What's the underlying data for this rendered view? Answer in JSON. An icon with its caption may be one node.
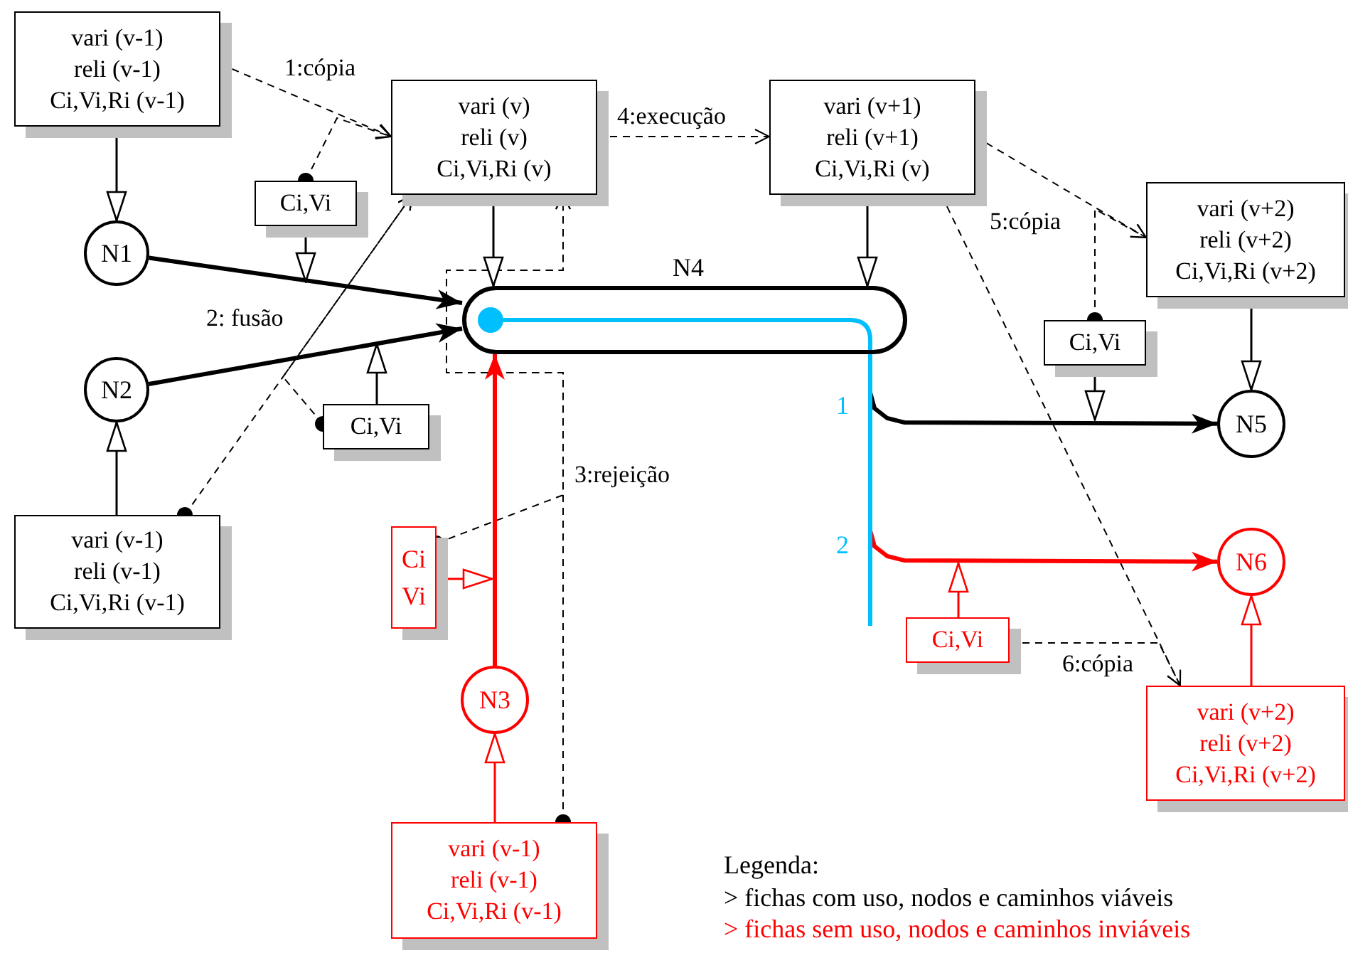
{
  "diagram": {
    "nodes": [
      {
        "text": [
          "vari (v-1)",
          "reli (v-1)",
          "Ci,Vi,Ri (v-1)"
        ]
      },
      {
        "text": [
          "vari (v)",
          "reli (v)",
          "Ci,Vi,Ri (v)"
        ]
      },
      {
        "text": [
          "vari (v+1)",
          "reli (v+1)",
          "Ci,Vi,Ri (v)"
        ]
      },
      {
        "text": [
          "vari (v+2)",
          "reli (v+2)",
          "Ci,Vi,Ri (v+2)"
        ]
      },
      {
        "text": [
          "N1"
        ]
      },
      {
        "text": [
          "N2"
        ]
      },
      {
        "text": [
          "Ci,Vi"
        ]
      },
      {
        "text": [
          "Ci,Vi"
        ]
      },
      {
        "text": [
          "N4"
        ]
      },
      {
        "text": [
          "vari (v-1)",
          "reli (v-1)",
          "Ci,Vi,Ri (v-1)"
        ]
      },
      {
        "text": [
          "Ci Vi"
        ]
      },
      {
        "text": [
          "N3"
        ]
      },
      {
        "text": [
          "vari (v-1)",
          "reli (v-1)",
          "Ci,Vi,Ri (v-1)"
        ]
      },
      {
        "text": [
          "Ci,Vi"
        ]
      },
      {
        "text": [
          "N5"
        ]
      },
      {
        "text": [
          "N6"
        ]
      },
      {
        "text": [
          "Ci,Vi"
        ]
      },
      {
        "text": [
          "vari (v+2)",
          "reli (v+2)",
          "Ci,Vi,Ri (v+2)"
        ]
      }
    ],
    "edges": [
      {
        "from": 0,
        "to": 1,
        "arrow": "to",
        "style": "dashed",
        "label": "1:cópia"
      },
      {
        "from": 6,
        "to": 1,
        "arrow": "to",
        "style": "dashed"
      },
      {
        "from": 1,
        "to": 2,
        "arrow": "to",
        "style": "dashed",
        "label": "4:execução"
      },
      {
        "from": 9,
        "to": 1,
        "arrow": "to",
        "style": "dashed",
        "label": "2: fusão"
      },
      {
        "from": 7,
        "to": 1,
        "arrow": "to",
        "style": "dashed"
      },
      {
        "from": 12,
        "to": 1,
        "arrow": "to",
        "style": "dashed",
        "label": "3:rejeição"
      },
      {
        "from": 10,
        "to": 1,
        "arrow": "to",
        "style": "dashed"
      },
      {
        "from": 2,
        "to": 3,
        "arrow": "to",
        "style": "dashed",
        "label": "5:cópia"
      },
      {
        "from": 13,
        "to": 3,
        "arrow": "to",
        "style": "dashed"
      },
      {
        "from": 2,
        "to": 17,
        "arrow": "to",
        "style": "dashed",
        "label": "6:cópia"
      },
      {
        "from": 16,
        "to": 17,
        "arrow": "to",
        "style": "dashed"
      },
      {
        "from": 0,
        "to": 4,
        "arrow": "to"
      },
      {
        "from": 9,
        "to": 5,
        "arrow": "to"
      },
      {
        "from": 1,
        "to": 8,
        "arrow": "to"
      },
      {
        "from": 2,
        "to": 8,
        "arrow": "to"
      },
      {
        "from": 3,
        "to": 14,
        "arrow": "to"
      },
      {
        "from": 4,
        "to": 8,
        "arrow": "to",
        "style": "thick"
      },
      {
        "from": 5,
        "to": 8,
        "arrow": "to",
        "style": "thick"
      },
      {
        "from": 6,
        "to": null,
        "arrow": "to"
      },
      {
        "from": 7,
        "to": null,
        "arrow": "to"
      },
      {
        "from": 8,
        "to": 14,
        "arrow": "to",
        "style": "thick"
      },
      {
        "from": 13,
        "to": null,
        "arrow": "to"
      },
      {
        "from": 8,
        "to": 15,
        "arrow": "to",
        "style": "thick",
        "color": "#ff0000"
      },
      {
        "from": 16,
        "to": null,
        "arrow": "to",
        "color": "#ff0000"
      },
      {
        "from": 11,
        "to": 8,
        "arrow": "to",
        "style": "thick",
        "color": "#ff0000"
      },
      {
        "from": 10,
        "to": null,
        "arrow": "to",
        "color": "#ff0000"
      },
      {
        "from": 12,
        "to": 11,
        "arrow": "to",
        "color": "#ff0000"
      },
      {
        "from": 17,
        "to": 15,
        "arrow": "to",
        "color": "#ff0000"
      }
    ],
    "labels": [
      "1",
      "2",
      "Legenda:"
    ],
    "legend": [
      {
        "text": "> fichas com uso, nodos e caminhos viáveis",
        "color": "#000000"
      },
      {
        "text": "> fichas sem uso, nodos e caminhos inviáveis",
        "color": "#ff0000"
      }
    ]
  }
}
